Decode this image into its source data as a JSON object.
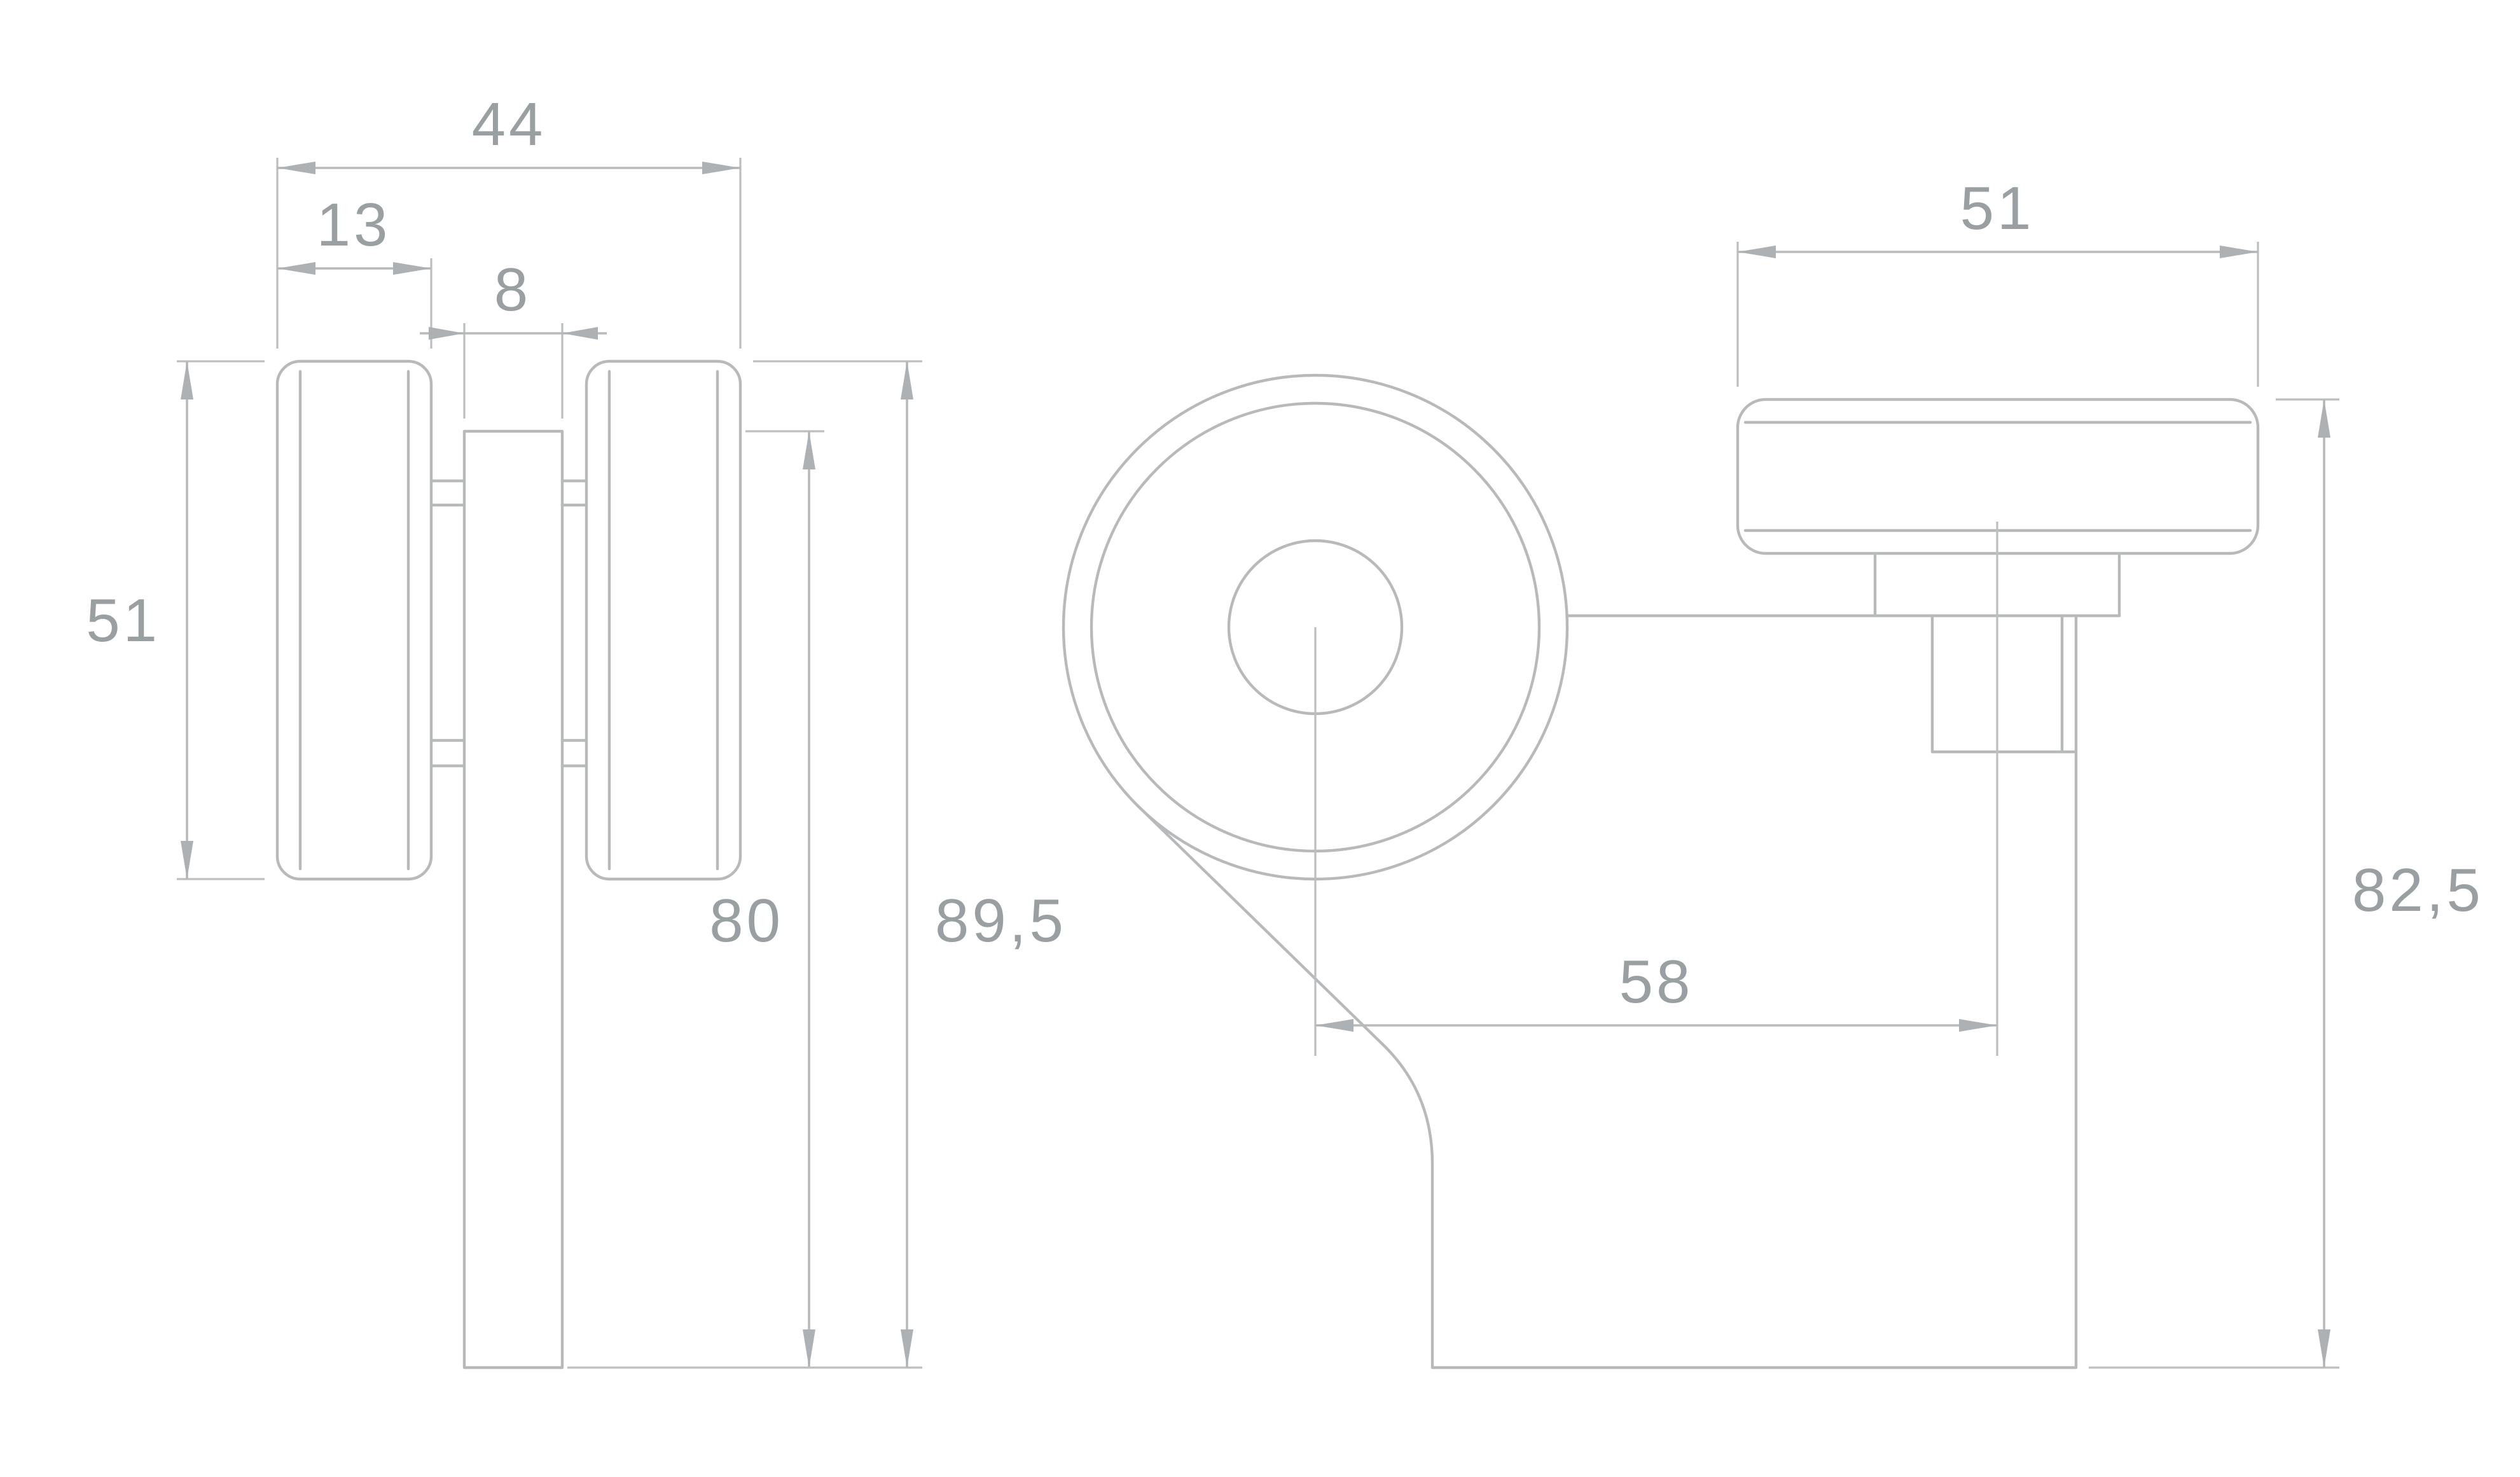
{
  "drawing": {
    "type": "technical-dimension-drawing",
    "subject": "double-roller-bracket",
    "colors": {
      "background": "#ffffff",
      "line": "#b7b9ba",
      "text": "#9aa0a2"
    },
    "front_view": {
      "dim_overall_width": "44",
      "dim_roller_width": "13",
      "dim_plate_thickness": "8",
      "dim_roller_diameter": "51",
      "dim_plate_height": "80",
      "dim_overall_height": "89,5"
    },
    "side_view": {
      "dim_roller_length": "51",
      "dim_axle_offset": "58",
      "dim_overall_height": "82,5"
    }
  }
}
